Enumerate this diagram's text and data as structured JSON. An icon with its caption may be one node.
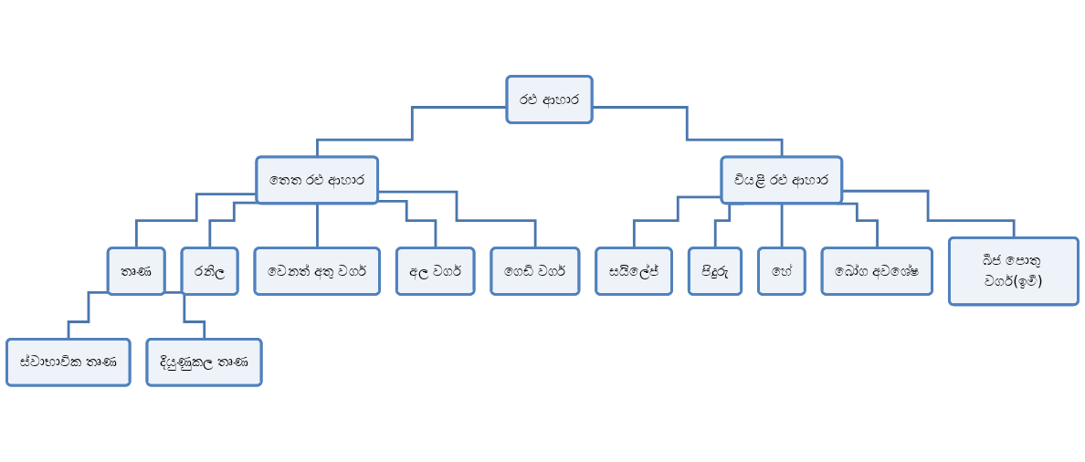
{
  "diagram": {
    "nodes": [
      {
        "text": [
          "රළු ආහාර"
        ]
      },
      {
        "text": [
          "තෙත රළු ආහාර"
        ]
      },
      {
        "text": [
          "වියළි රළු ආහාර"
        ]
      },
      {
        "text": [
          "තෘණ"
        ]
      },
      {
        "text": [
          "රනිල"
        ]
      },
      {
        "text": [
          "වෙනත් අතු වර්ග"
        ]
      },
      {
        "text": [
          "අල වර්ග"
        ]
      },
      {
        "text": [
          "ගෙඩි වර්ග"
        ]
      },
      {
        "text": [
          "ස්වාභාවික තෘණ"
        ]
      },
      {
        "text": [
          "දියුණුකල තෘණ"
        ]
      },
      {
        "text": [
          "සයිලේජ්"
        ]
      },
      {
        "text": [
          "පිදුරු"
        ]
      },
      {
        "text": [
          "හේ"
        ]
      },
      {
        "text": [
          "බෝග අවශේෂ"
        ]
      },
      {
        "text": [
          "බීජ පොතු වර්ග(ඉමී)"
        ]
      }
    ],
    "edges": [
      {
        "from": 0,
        "to": 1,
        "arrow": "none"
      },
      {
        "from": 0,
        "to": 2,
        "arrow": "none"
      },
      {
        "from": 1,
        "to": 3,
        "arrow": "none"
      },
      {
        "from": 1,
        "to": 4,
        "arrow": "none"
      },
      {
        "from": 1,
        "to": 5,
        "arrow": "none"
      },
      {
        "from": 1,
        "to": 6,
        "arrow": "none"
      },
      {
        "from": 1,
        "to": 7,
        "arrow": "none"
      },
      {
        "from": 3,
        "to": 8,
        "arrow": "none"
      },
      {
        "from": 3,
        "to": 9,
        "arrow": "none"
      },
      {
        "from": 2,
        "to": 10,
        "arrow": "none"
      },
      {
        "from": 2,
        "to": 11,
        "arrow": "none"
      },
      {
        "from": 2,
        "to": 12,
        "arrow": "none"
      },
      {
        "from": 2,
        "to": 13,
        "arrow": "none"
      },
      {
        "from": 2,
        "to": 14,
        "arrow": "none"
      }
    ]
  }
}
